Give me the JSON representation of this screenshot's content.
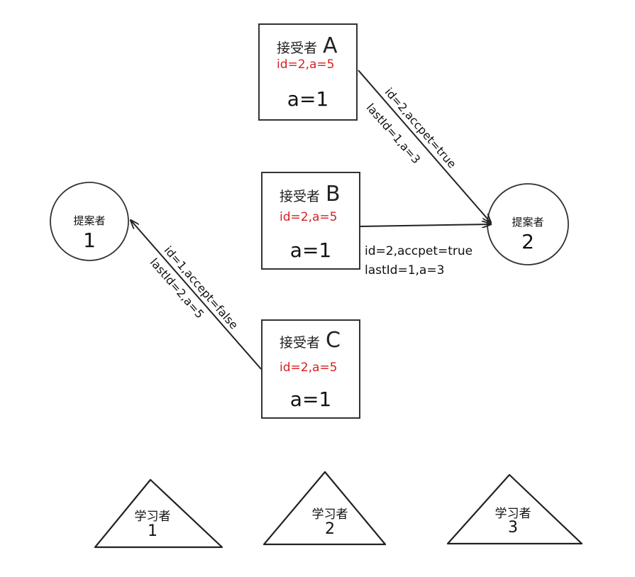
{
  "acceptors": [
    {
      "role": "接受者",
      "letter": "A",
      "proposal": "id=2,a=5",
      "value": "a=1"
    },
    {
      "role": "接受者",
      "letter": "B",
      "proposal": "id=2,a=5",
      "value": "a=1"
    },
    {
      "role": "接受者",
      "letter": "C",
      "proposal": "id=2,a=5",
      "value": "a=1"
    }
  ],
  "proposers": [
    {
      "role": "提案者",
      "number": "1"
    },
    {
      "role": "提案者",
      "number": "2"
    }
  ],
  "learners": [
    {
      "role": "学习者",
      "number": "1"
    },
    {
      "role": "学习者",
      "number": "2"
    },
    {
      "role": "学习者",
      "number": "3"
    }
  ],
  "messages": {
    "a_to_p2": {
      "line1": "id=2,accpet=true",
      "line2": "lastId=1,a=3"
    },
    "b_to_p2": {
      "line1": "id=2,accpet=true",
      "line2": "lastId=1,a=3"
    },
    "c_to_p1": {
      "line1": "id=1,accept=false",
      "line2": "lastId=2,a=5"
    }
  },
  "colors": {
    "proposal_text": "#d81e1e",
    "stroke": "#333333"
  }
}
